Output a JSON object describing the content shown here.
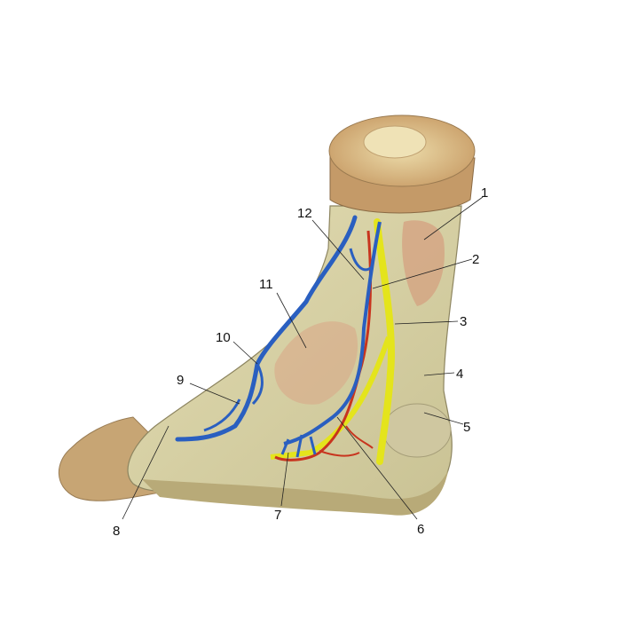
{
  "figure": {
    "labels": [
      "1",
      "2",
      "3",
      "4",
      "5",
      "6",
      "7",
      "8",
      "9",
      "10",
      "11",
      "12"
    ]
  },
  "colors": {
    "vein": "#2a5fc0",
    "artery": "#c8341e",
    "nerve": "#e4e41c",
    "skin": "#d8d2a4",
    "bone_cut": "#c49a68",
    "muscle": "#d4a080"
  }
}
